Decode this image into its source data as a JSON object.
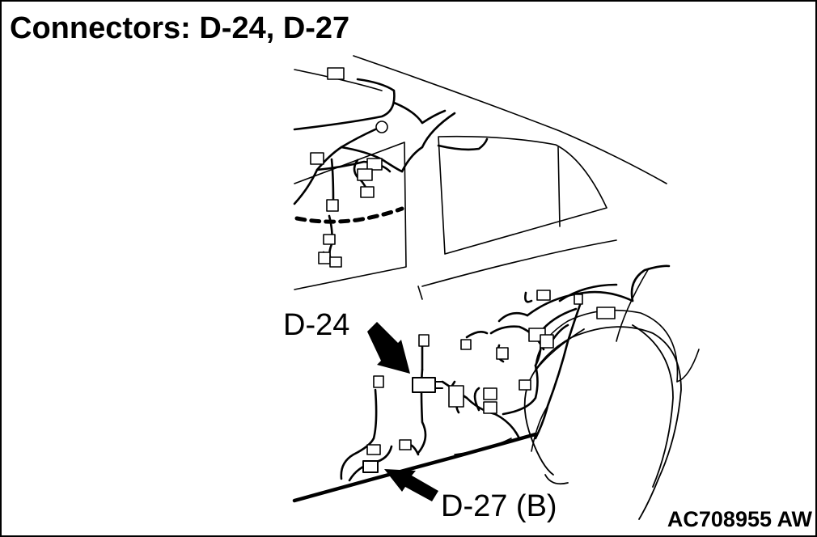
{
  "title": "Connectors: D-24, D-27",
  "callouts": {
    "d24": "D-24",
    "d27": "D-27 (B)"
  },
  "reference_code": "AC708955 AW"
}
